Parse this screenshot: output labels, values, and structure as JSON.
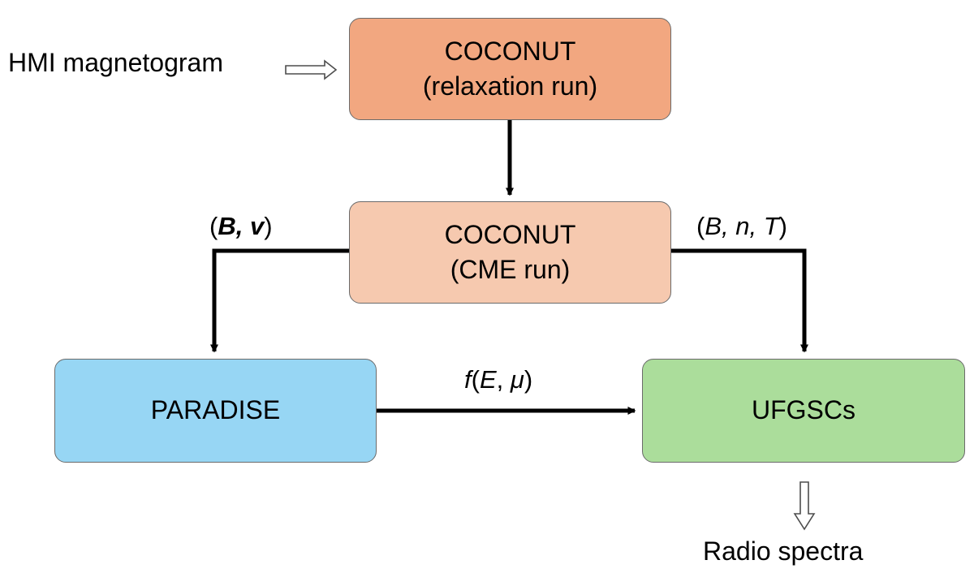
{
  "diagram": {
    "nodes": {
      "relaxation": {
        "title": "COCONUT",
        "subtitle": "(relaxation run)",
        "fill": "#f2a780"
      },
      "cme": {
        "title": "COCONUT",
        "subtitle": "(CME run)",
        "fill": "#f6c9af"
      },
      "paradise": {
        "title": "PARADISE",
        "fill": "#97d6f4"
      },
      "ufgscs": {
        "title": "UFGSCs",
        "fill": "#abdd9b"
      }
    },
    "input_label": "HMI magnetogram",
    "output_label": "Radio spectra",
    "edge_labels": {
      "cme_to_paradise": {
        "open": "(",
        "b": "B",
        "sep": ", ",
        "v": "v",
        "close": ")"
      },
      "cme_to_ufgscs": {
        "open": "(",
        "b": "B",
        "sep1": ", ",
        "n": "n",
        "sep2": ", ",
        "t": "T",
        "close": ")"
      },
      "paradise_to_ufgscs": {
        "f": "f",
        "open": "(",
        "e": "E",
        "sep": ", ",
        "mu": "μ",
        "close": ")"
      }
    },
    "colors": {
      "border": "#6b6b6b",
      "line": "#000000",
      "hollow_arrow_fill": "#ffffff"
    }
  }
}
